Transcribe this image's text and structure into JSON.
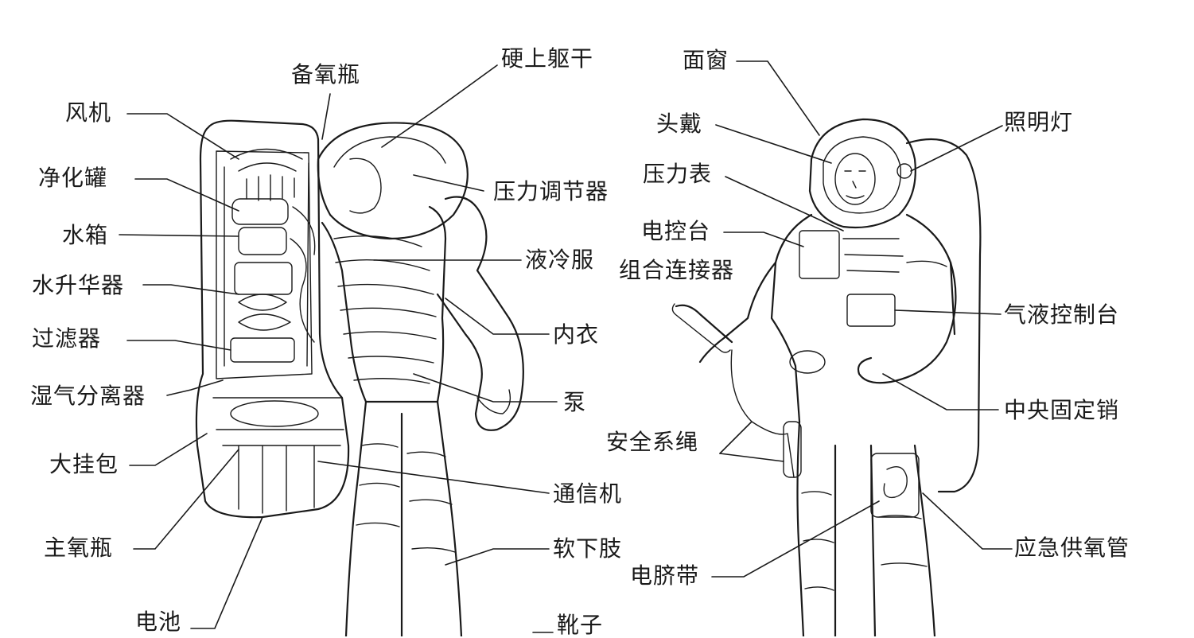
{
  "left_labels": {
    "fan": "风机",
    "backup_oxygen": "备氧瓶",
    "hard_torso": "硬上躯干",
    "purifier_can": "净化罐",
    "pressure_regulator": "压力调节器",
    "water_tank": "水箱",
    "liquid_cooling_garment": "液冷服",
    "water_sublimator": "水升华器",
    "underwear": "内衣",
    "filter": "过滤器",
    "moisture_separator": "湿气分离器",
    "pump": "泵",
    "large_pack": "大挂包",
    "communicator": "通信机",
    "main_oxygen": "主氧瓶",
    "soft_lower_limb": "软下肢",
    "battery": "电池",
    "boots": "靴子"
  },
  "right_labels": {
    "visor": "面窗",
    "headset": "头戴",
    "lighting_lamp": "照明灯",
    "pressure_gauge": "压力表",
    "control_console": "电控台",
    "combined_connector": "组合连接器",
    "gas_liquid_console": "气液控制台",
    "central_pin": "中央固定销",
    "safety_tether": "安全系绳",
    "emergency_oxygen_tube": "应急供氧管",
    "umbilical_belt": "电脐带"
  }
}
